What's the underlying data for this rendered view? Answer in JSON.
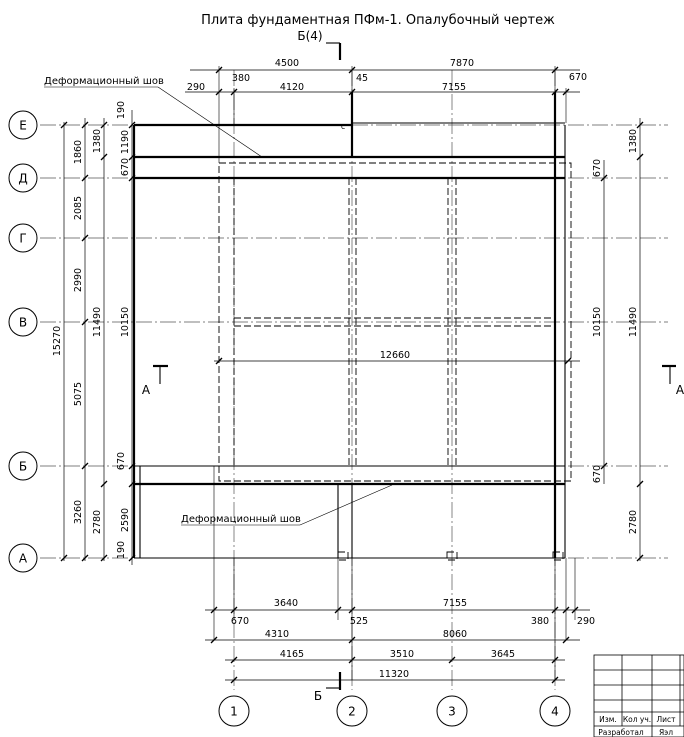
{
  "title": "Плита фундаментная ПФм-1. Опалубочный чертеж",
  "section_marks": {
    "top": "Б(4)",
    "bottom": "Б",
    "left": "А",
    "right": "А"
  },
  "notes": {
    "joint_top": "Деформационный шов",
    "joint_bottom": "Деформационный шов"
  },
  "row_axes": [
    "Е",
    "Д",
    "Г",
    "В",
    "Б",
    "А"
  ],
  "col_axes": [
    "1",
    "2",
    "3",
    "4"
  ],
  "dims": {
    "top_overall_1": "4500",
    "top_overall_2": "7870",
    "top_290": "290",
    "top_380": "380",
    "top_4120": "4120",
    "top_45": "45",
    "top_7155": "7155",
    "top_670": "670",
    "left_total": "15270",
    "left_1860": "1860",
    "left_2085": "2085",
    "left_2990": "2990",
    "left_5075": "5075",
    "left_3260": "3260",
    "left_1380": "1380",
    "left_11490": "11490",
    "left_2780": "2780",
    "left_190_top": "190",
    "left_1190": "1190",
    "left_670_top": "670",
    "left_10150": "10150",
    "left_670_bot": "670",
    "left_2590": "2590",
    "left_190_bot": "190",
    "right_670_top": "670",
    "right_10150": "10150",
    "right_670_bot": "670",
    "right_1380": "1380",
    "right_11490": "11490",
    "right_2780": "2780",
    "mid_12660": "12660",
    "bot_3640": "3640",
    "bot_7155": "7155",
    "bot_670": "670",
    "bot_525": "525",
    "bot_380": "380",
    "bot_290": "290",
    "bot_4310": "4310",
    "bot_8060": "8060",
    "bot_4165": "4165",
    "bot_3510": "3510",
    "bot_3645": "3645",
    "bot_11320": "11320",
    "small_c": "с"
  },
  "stamp": {
    "izm": "Изм.",
    "kol": "Кол уч.",
    "list": "Лист",
    "razrab": "Разработал",
    "cut": "Яэл"
  }
}
